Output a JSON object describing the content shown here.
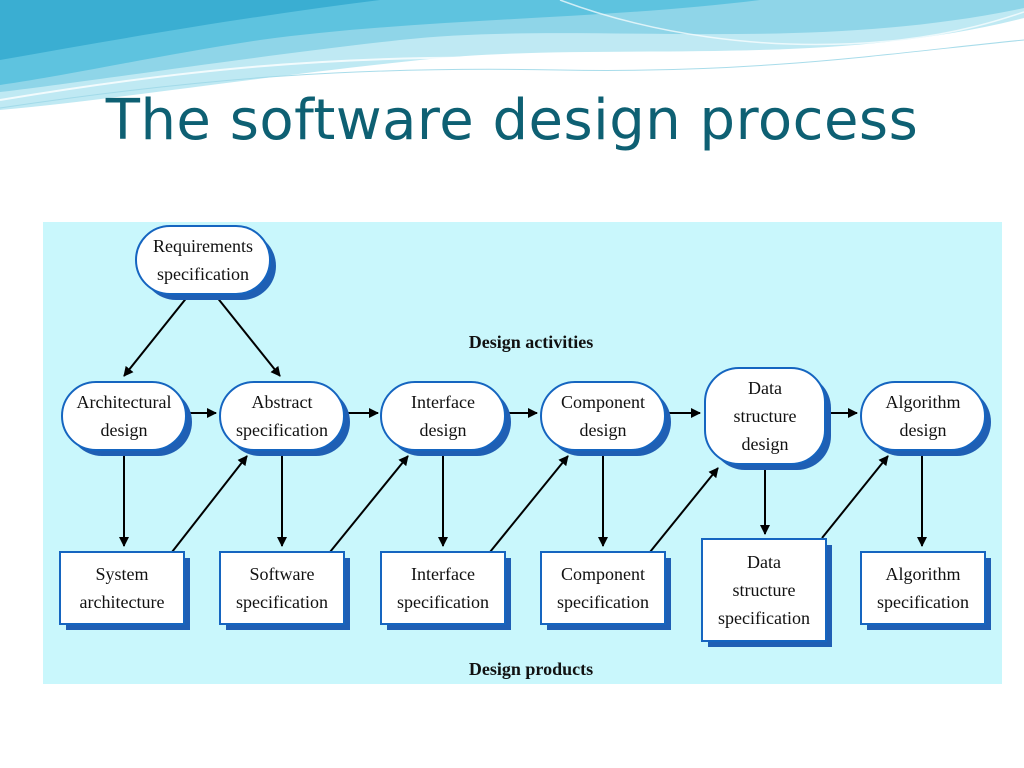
{
  "slide": {
    "title": "The software design process"
  },
  "diagram": {
    "activities_label": "Design activities",
    "products_label": "Design products",
    "nodes": {
      "requirements": [
        "Requirements",
        "specification"
      ],
      "architectural": [
        "Architectural",
        "design"
      ],
      "abstract": [
        "Abstract",
        "specification"
      ],
      "interface": [
        "Interface",
        "design"
      ],
      "component": [
        "Component",
        "design"
      ],
      "data_structure": [
        "Data",
        "structure",
        "design"
      ],
      "algorithm": [
        "Algorithm",
        "design"
      ],
      "system_architecture": [
        "System",
        "architecture"
      ],
      "software_spec": [
        "Software",
        "specification"
      ],
      "interface_spec": [
        "Interface",
        "specification"
      ],
      "component_spec": [
        "Component",
        "specification"
      ],
      "data_structure_spec": [
        "Data",
        "structure",
        "specification"
      ],
      "algorithm_spec": [
        "Algorithm",
        "specification"
      ]
    },
    "colors": {
      "panel": "#c9f7fc",
      "node_fill": "#ffffff",
      "node_border": "#1565c0",
      "node_shadow": "#1f5fb4",
      "arrow": "#000000",
      "title": "#0e6073"
    }
  }
}
